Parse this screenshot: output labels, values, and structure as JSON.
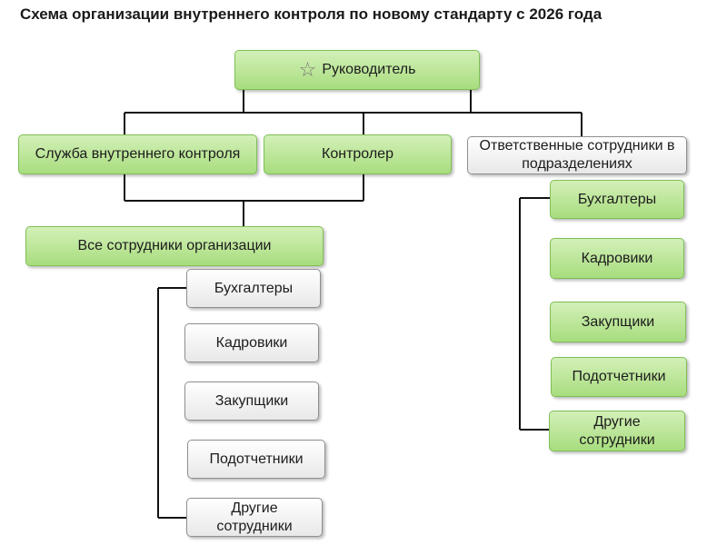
{
  "title": "Схема организации внутреннего контроля по новому стандарту с 2026 года",
  "head": {
    "label": "Руководитель",
    "icon": "star-icon"
  },
  "level2": {
    "control_service": "Служба внутреннего контроля",
    "controller": "Контролер",
    "responsible": "Ответственные сотрудники в подразделениях"
  },
  "all_staff": "Все сотрудники организации",
  "left_list": [
    "Бухгалтеры",
    "Кадровики",
    "Закупщики",
    "Подотчетники",
    "Другие сотрудники"
  ],
  "right_list": [
    "Бухгалтеры",
    "Кадровики",
    "Закупщики",
    "Подотчетники",
    "Другие сотрудники"
  ],
  "colors": {
    "green_top": "#d3f0b8",
    "green_bottom": "#a8dd7e",
    "green_border": "#7fbf56",
    "gray_border": "#8f8f8f",
    "connector": "#111111"
  }
}
